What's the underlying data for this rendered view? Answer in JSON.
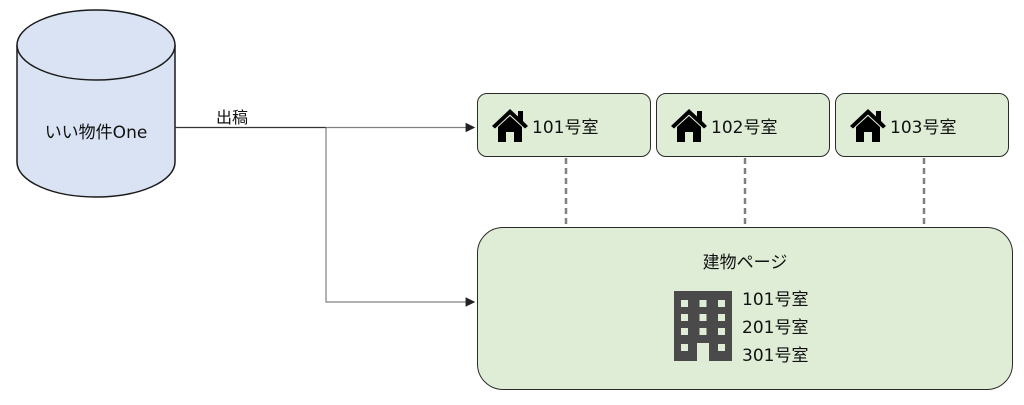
{
  "diagram": {
    "database": {
      "label": "いい物件One",
      "icon": "database-cylinder-icon",
      "fill": "#dae3f3"
    },
    "edge": {
      "label": "出稿"
    },
    "rooms": [
      {
        "label": "101号室",
        "icon": "house-icon"
      },
      {
        "label": "102号室",
        "icon": "house-icon"
      },
      {
        "label": "103号室",
        "icon": "house-icon"
      }
    ],
    "building_page": {
      "title": "建物ページ",
      "icon": "building-icon",
      "rooms": [
        "101号室",
        "201号室",
        "301号室"
      ]
    },
    "colors": {
      "node_fill": "#dfedd6",
      "db_fill": "#dae3f3",
      "connector": "#808080",
      "icon": "#4a4a4a"
    }
  }
}
